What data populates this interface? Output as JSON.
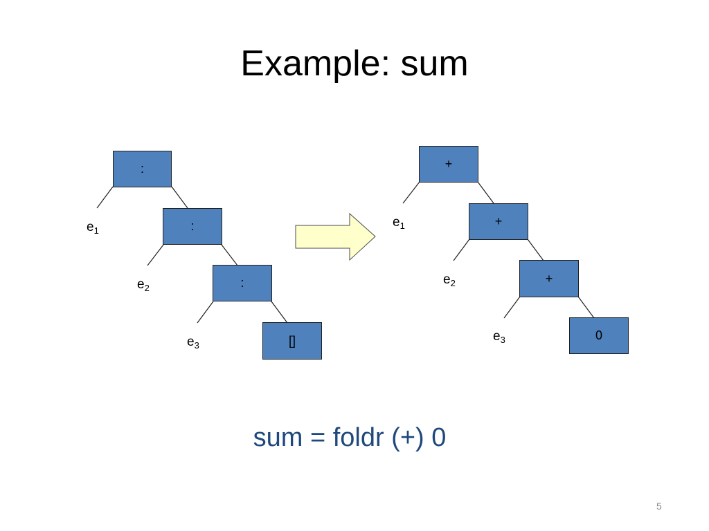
{
  "slide": {
    "title": "Example: sum",
    "formula": "sum = foldr (+) 0",
    "page_number": "5"
  },
  "left_tree": {
    "nodes": [
      ":",
      ":",
      ":",
      "[]"
    ],
    "leaves": [
      {
        "base": "e",
        "sub": "1"
      },
      {
        "base": "e",
        "sub": "2"
      },
      {
        "base": "e",
        "sub": "3"
      }
    ]
  },
  "right_tree": {
    "nodes": [
      "+",
      "+",
      "+",
      "0"
    ],
    "leaves": [
      {
        "base": "e",
        "sub": "1"
      },
      {
        "base": "e",
        "sub": "2"
      },
      {
        "base": "e",
        "sub": "3"
      }
    ]
  },
  "colors": {
    "node_fill": "#4f81bd",
    "arrow_fill": "#ffffcc",
    "formula": "#1f497d"
  },
  "icons": {
    "transform_arrow": "right-arrow-icon"
  }
}
